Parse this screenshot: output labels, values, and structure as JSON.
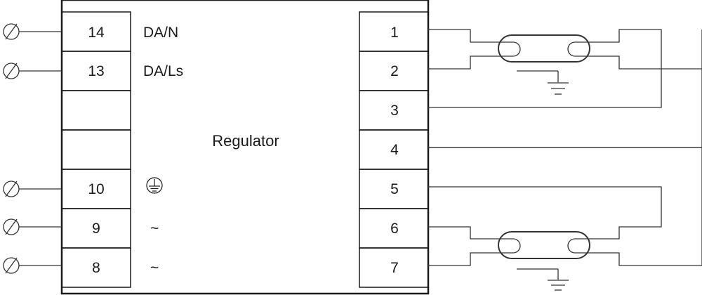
{
  "regulator": {
    "label": "Regulator",
    "left_terminals": [
      {
        "number": "14",
        "function": "DA/N"
      },
      {
        "number": "13",
        "function": "DA/Ls"
      },
      {
        "number": "",
        "function": ""
      },
      {
        "number": "",
        "function": ""
      },
      {
        "number": "10",
        "function": "",
        "symbol": "protective-earth-icon"
      },
      {
        "number": "9",
        "function": "~"
      },
      {
        "number": "8",
        "function": "~"
      }
    ],
    "right_terminals": [
      "1",
      "2",
      "3",
      "4",
      "5",
      "6",
      "7"
    ]
  },
  "lamps": [
    {
      "id": "upper",
      "symbol": "fluorescent-tube-icon",
      "ground": "earth-ground-icon"
    },
    {
      "id": "lower",
      "symbol": "fluorescent-tube-icon",
      "ground": "earth-ground-icon"
    }
  ],
  "colors": {
    "line": "#333333",
    "frame": "#1a1a1a",
    "background": "#ffffff"
  }
}
